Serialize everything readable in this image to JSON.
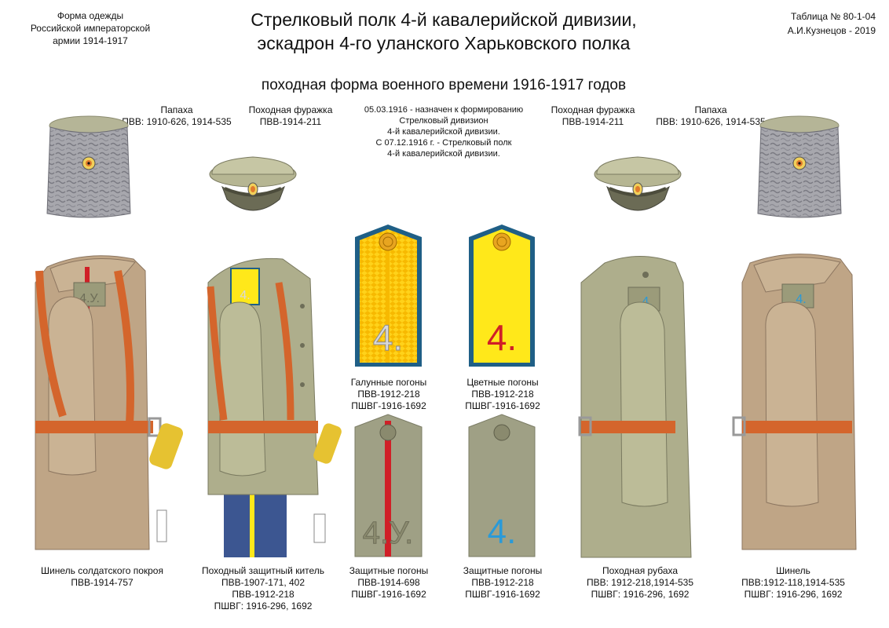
{
  "header": {
    "left": [
      "Форма одежды",
      "Российской императорской",
      "армии  1914-1917"
    ],
    "title": [
      "Стрелковый полк 4-й кавалерийской дивизии,",
      "эскадрон 4-го уланского Харьковского полка"
    ],
    "right": [
      "Таблица № 80-1-04",
      "А.И.Кузнецов - 2019"
    ]
  },
  "subtitle": "походная форма военного времени 1916-1917 годов",
  "note": [
    "05.03.1916  - назначен к формированию",
    "Стрелковый дивизион",
    "4-й кавалерийской дивизии.",
    "С 07.12.1916 г. - Стрелковый полк",
    "4-й кавалерийской дивизии."
  ],
  "headgear": {
    "papakha_left": [
      "Папаха",
      "ПВВ: 1910-626, 1914-535"
    ],
    "cap_left": [
      "Походная фуражка",
      "ПВВ-1914-211"
    ],
    "cap_right": [
      "Походная фуражка",
      "ПВВ-1914-211"
    ],
    "papakha_right": [
      "Папаха",
      "ПВВ: 1910-626, 1914-535"
    ]
  },
  "shoulder_boards": {
    "galun": [
      "Галунные погоны",
      "ПВВ-1912-218",
      "ПШВГ-1916-1692"
    ],
    "color": [
      "Цветные погоны",
      "ПВВ-1912-218",
      "ПШВГ-1916-1692"
    ],
    "khaki_left": [
      "Защитные погоны",
      "ПВВ-1914-698",
      "ПШВГ-1916-1692"
    ],
    "khaki_right": [
      "Защитные  погоны",
      "ПВВ-1912-218",
      "ПШВГ-1916-1692"
    ],
    "galun_number": "4.",
    "color_number": "4.",
    "khaki_left_text": "4.У.",
    "khaki_right_number": "4."
  },
  "figures": {
    "greatcoat_left": [
      "Шинель солдатского покроя",
      "ПВВ-1914-757"
    ],
    "kitel": [
      "Походный защитный китель",
      "ПВВ-1907-171, 402",
      "ПВВ-1912-218",
      "ПШВГ: 1916-296, 1692"
    ],
    "rubakha": [
      "Походная рубаха",
      "ПВВ: 1912-218,1914-535",
      "ПШВГ: 1916-296, 1692"
    ],
    "greatcoat_right": [
      "Шинель",
      "ПВВ:1912-118,1914-535",
      "ПШВГ: 1916-296, 1692"
    ],
    "shoulder_marks": [
      "4.У.",
      "4.",
      "4.",
      "4."
    ]
  },
  "colors": {
    "khaki": "#aeae8c",
    "greatcoat": "#bfa586",
    "belt": "#d4652c",
    "yellow": "#ffe81a",
    "blue_piping": "#1f5f86",
    "trousers": "#3c5691",
    "red_stripe": "#d01f27",
    "fur": "#a7a7ad"
  }
}
